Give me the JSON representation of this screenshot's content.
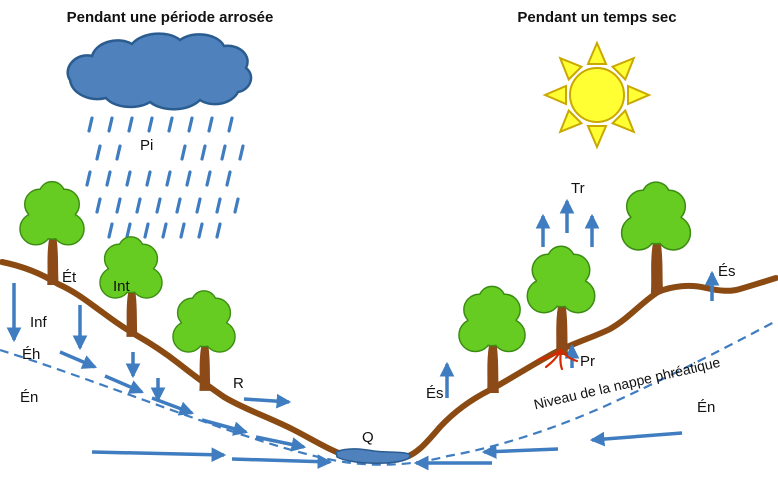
{
  "titles": {
    "left": "Pendant une période arrosée",
    "right": "Pendant un temps sec"
  },
  "labels": {
    "pi": "Pi",
    "et": "Ét",
    "int": "Int",
    "inf": "Inf",
    "eh": "Éh",
    "en_left": "Én",
    "r": "R",
    "q": "Q",
    "es_valley": "És",
    "tr": "Tr",
    "pr": "Pr",
    "es_right": "És",
    "en_right": "Én",
    "water_table": "Niveau de la nappe phréatique"
  },
  "colors": {
    "water_blue": "#3f7cc0",
    "cloud_fill": "#4f81bd",
    "cloud_stroke": "#2b5c8f",
    "sun_yellow": "#ffff33",
    "sun_outline": "#c9a800",
    "terrain_brown": "#8a4a12",
    "foliage_green": "#66cc22",
    "foliage_outline": "#3c8c14",
    "trunk_brown": "#8b4a17",
    "roots_red": "#d42a00",
    "label_color": "#111111"
  },
  "icons": {
    "cloud": "rain-cloud-icon",
    "sun": "sun-icon",
    "tree": "tree-icon",
    "stream": "stream-icon"
  }
}
